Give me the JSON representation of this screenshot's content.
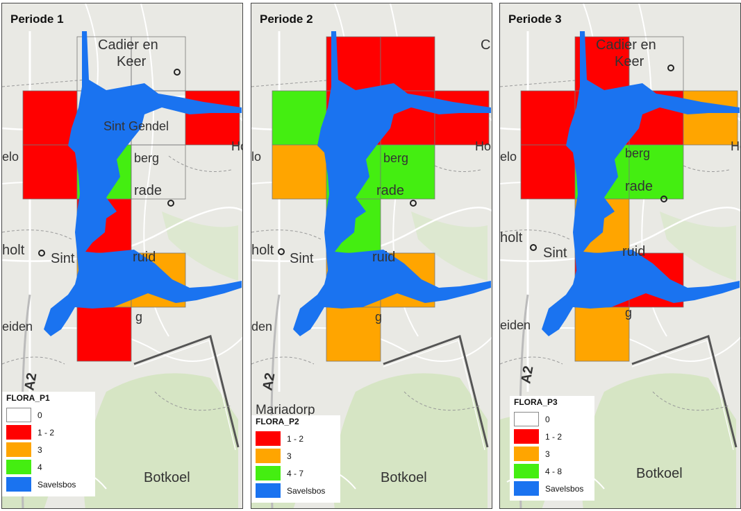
{
  "colors": {
    "class_0": "#ffffff",
    "class_1": "#ff0000",
    "class_2": "#ffa500",
    "class_3": "#44ee11",
    "water": "#1a73f0",
    "map_bg": "#e9e9e4",
    "park": "#d6e5c4"
  },
  "map_labels": {
    "cadier": "Cadier en",
    "keer": "Keer",
    "sint_gendel": "Sint Gendel",
    "berg": "berg",
    "grade": "rade",
    "holt": "holt",
    "sint": "Sint",
    "ruid": "ruid",
    "heiden": "eiden",
    "road": "A2",
    "botkoel": "Botkoel",
    "mariadorp": "Mariadorp",
    "ho": "Ho",
    "g": "g",
    "elo": "elo",
    "lo": "lo",
    "c": "C",
    "den": "den"
  },
  "panels": [
    {
      "title": "Periode 1",
      "grid": [
        [
          "empty",
          "white",
          "white",
          "empty"
        ],
        [
          "red",
          "white",
          "white",
          "red"
        ],
        [
          "red",
          "green",
          "white",
          "empty"
        ],
        [
          "empty",
          "red",
          "empty",
          "empty"
        ],
        [
          "empty",
          "orange",
          "orange",
          "empty"
        ],
        [
          "empty",
          "red",
          "empty",
          "empty"
        ]
      ],
      "legend": {
        "title": "FLORA_P1",
        "items": [
          {
            "label": "0",
            "color": "#ffffff"
          },
          {
            "label": "1 - 2",
            "color": "#ff0000"
          },
          {
            "label": "3",
            "color": "#ffa500"
          },
          {
            "label": "4",
            "color": "#44ee11"
          },
          {
            "label": "Savelsbos",
            "color": "#1a73f0"
          }
        ]
      }
    },
    {
      "title": "Periode 2",
      "grid": [
        [
          "empty",
          "red",
          "red",
          "empty"
        ],
        [
          "green",
          "red",
          "red",
          "red"
        ],
        [
          "orange",
          "green",
          "green",
          "empty"
        ],
        [
          "empty",
          "green",
          "empty",
          "empty"
        ],
        [
          "empty",
          "orange",
          "orange",
          "empty"
        ],
        [
          "empty",
          "orange",
          "empty",
          "empty"
        ]
      ],
      "legend": {
        "title": "FLORA_P2",
        "items": [
          {
            "label": "1 - 2",
            "color": "#ff0000"
          },
          {
            "label": "3",
            "color": "#ffa500"
          },
          {
            "label": "4 - 7",
            "color": "#44ee11"
          },
          {
            "label": "Savelsbos",
            "color": "#1a73f0"
          }
        ]
      }
    },
    {
      "title": "Periode 3",
      "grid": [
        [
          "empty",
          "red",
          "white",
          "empty"
        ],
        [
          "red",
          "red",
          "red",
          "orange"
        ],
        [
          "red",
          "green",
          "green",
          "empty"
        ],
        [
          "empty",
          "orange",
          "empty",
          "empty"
        ],
        [
          "empty",
          "red",
          "red",
          "empty"
        ],
        [
          "empty",
          "orange",
          "empty",
          "empty"
        ]
      ],
      "legend": {
        "title": "FLORA_P3",
        "items": [
          {
            "label": "0",
            "color": "#ffffff"
          },
          {
            "label": "1 - 2",
            "color": "#ff0000"
          },
          {
            "label": "3",
            "color": "#ffa500"
          },
          {
            "label": "4 - 8",
            "color": "#44ee11"
          },
          {
            "label": "Savelsbos",
            "color": "#1a73f0"
          }
        ]
      }
    }
  ]
}
